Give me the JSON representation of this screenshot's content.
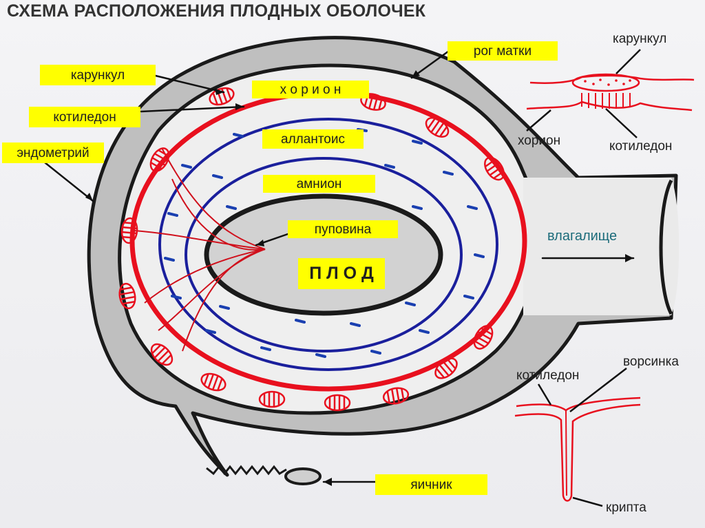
{
  "title": "СХЕМА РАСПОЛОЖЕНИЯ ПЛОДНЫХ ОБОЛОЧЕК",
  "labels": {
    "horn": "рог матки",
    "caruncle": "карункул",
    "chorion": "х о р и о н",
    "cotyledon": "котиледон",
    "endometrium": "эндометрий",
    "allantois": "аллантоис",
    "amnion": "амнион",
    "umbilical_cord": "пуповина",
    "fetus": "П Л О Д",
    "vagina": "влагалище",
    "ovary": "яичник"
  },
  "inset_top": {
    "caruncle": "карункул",
    "chorion": "хорион",
    "cotyledon": "котиледон"
  },
  "inset_bottom": {
    "cotyledon": "котиледон",
    "villus": "ворсинка",
    "crypt": "крипта"
  },
  "colors": {
    "highlight": "#ffff00",
    "chorion_line": "#e8101e",
    "membrane_line": "#1a1f9c",
    "outline": "#1a1a1a",
    "uterine_wall": "#bdbdbd",
    "vagina_label": "#1b6b7a"
  }
}
